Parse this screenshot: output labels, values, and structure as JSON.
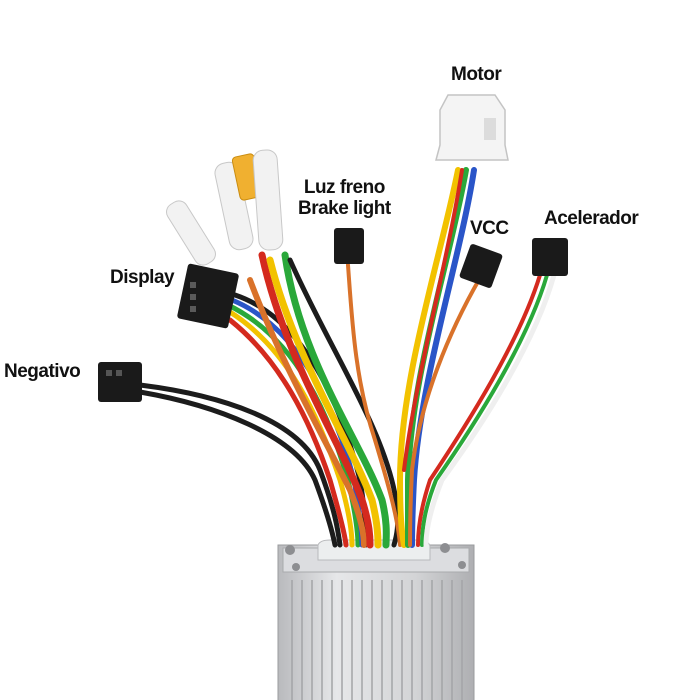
{
  "labels": {
    "motor": "Motor",
    "brake_light_es": "Luz freno",
    "brake_light_en": "Brake light",
    "vcc": "VCC",
    "accelerator": "Acelerador",
    "display": "Display",
    "negative": "Negativo"
  },
  "colors": {
    "background": "#ffffff",
    "controller_body": "#c9cacc",
    "connector_black": "#1a1a1a",
    "connector_white": "#f2f2f2",
    "wire_red": "#d42a1e",
    "wire_yellow": "#f2c200",
    "wire_green": "#2aa83a",
    "wire_blue": "#2a55c8",
    "wire_black": "#1c1c1c",
    "wire_orange": "#d9722a",
    "wire_white": "#efefef"
  }
}
